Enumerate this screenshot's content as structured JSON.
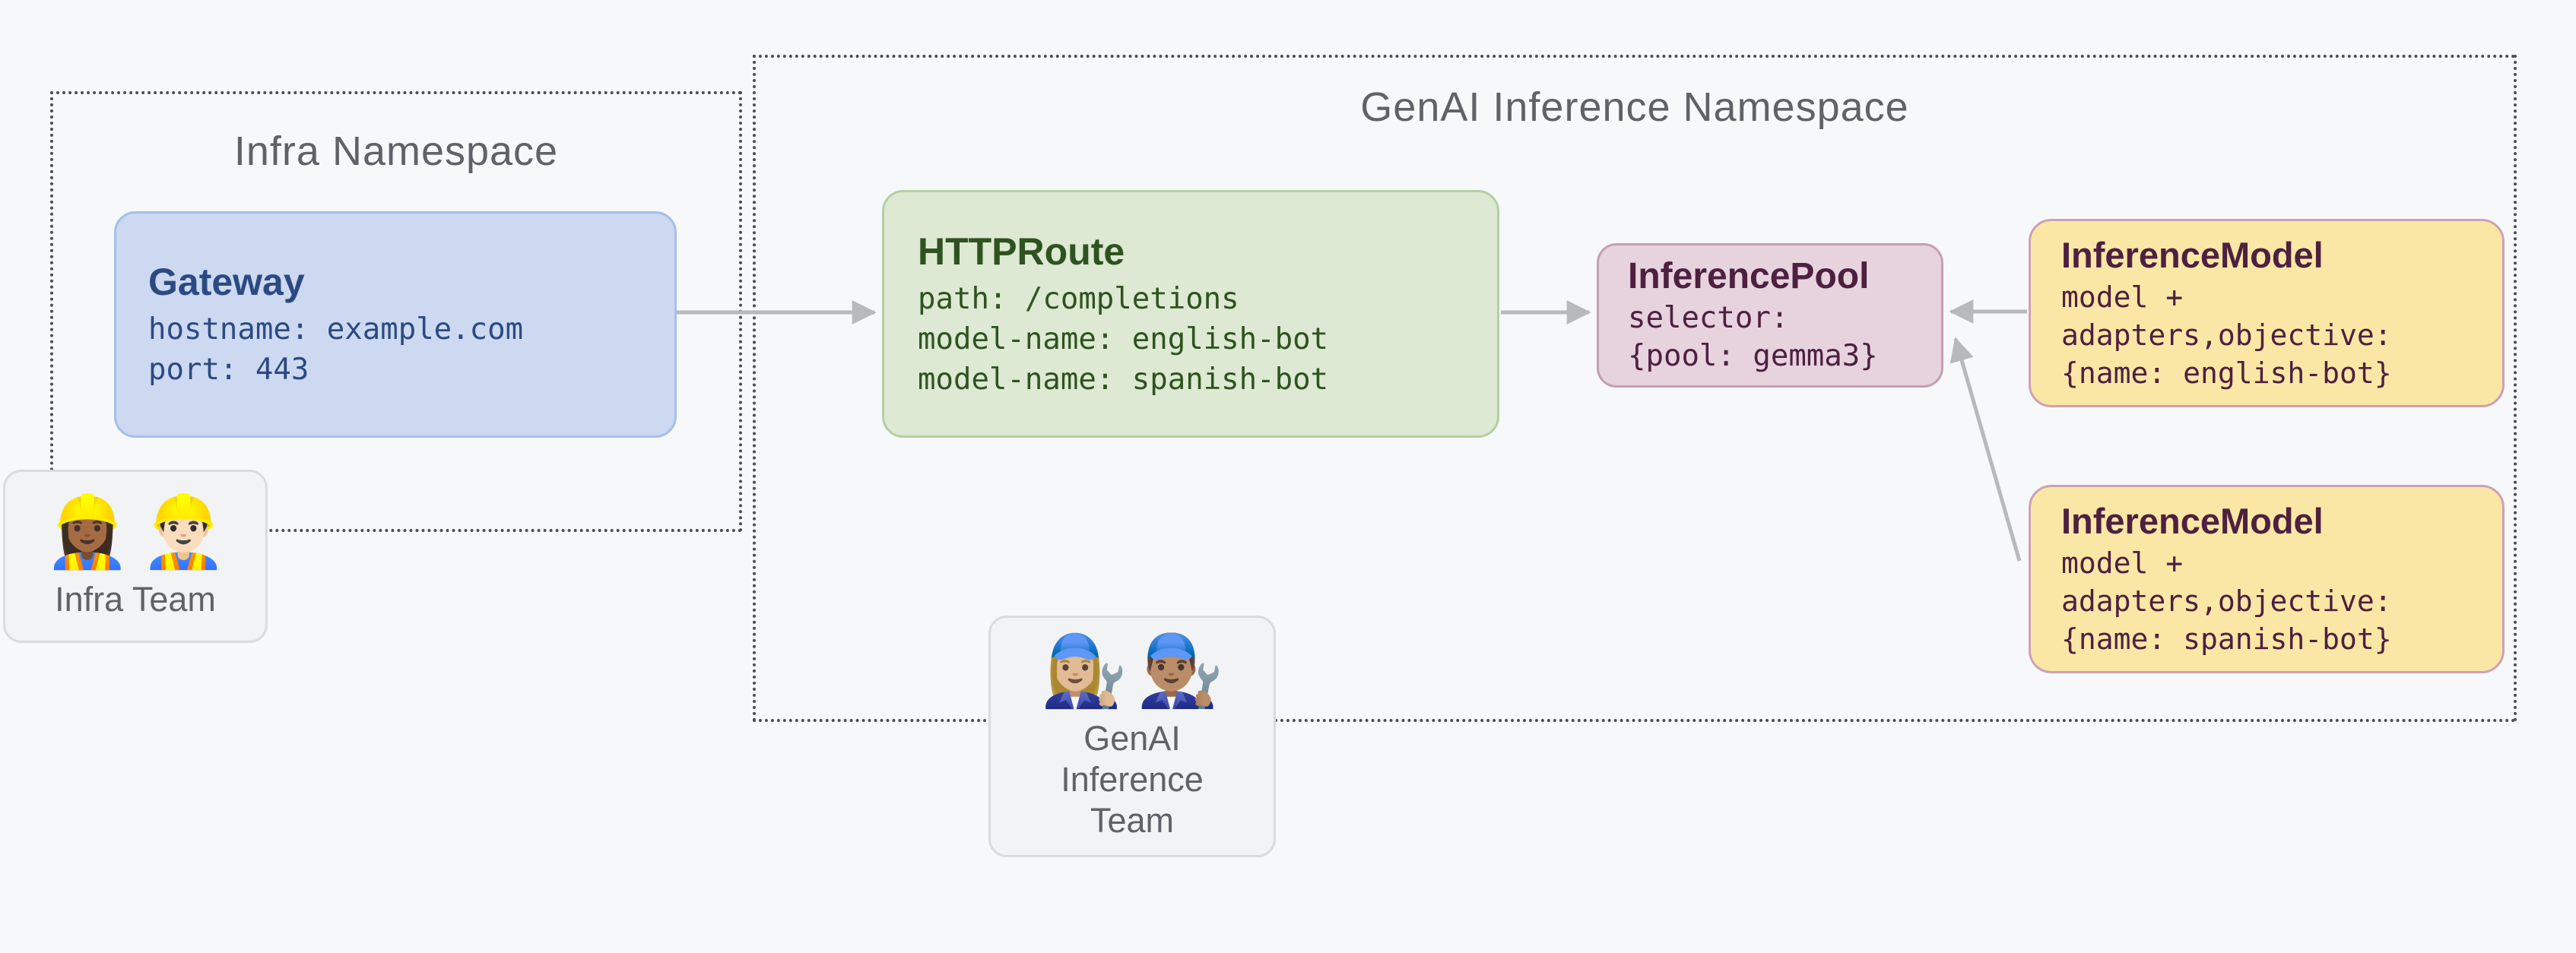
{
  "namespaces": {
    "infra": {
      "title": "Infra Namespace"
    },
    "genai": {
      "title": "GenAI Inference Namespace"
    }
  },
  "nodes": {
    "gateway": {
      "title": "Gateway",
      "lines": [
        "hostname: example.com",
        "port: 443"
      ]
    },
    "httproute": {
      "title": "HTTPRoute",
      "lines": [
        "path: /completions",
        "model-name: english-bot",
        "model-name: spanish-bot"
      ]
    },
    "inference_pool": {
      "title": "InferencePool",
      "lines": [
        "selector:",
        "{pool: gemma3}"
      ]
    },
    "inference_model_english": {
      "title": "InferenceModel",
      "lines": [
        "model +",
        "adapters,objective:",
        "{name: english-bot}"
      ]
    },
    "inference_model_spanish": {
      "title": "InferenceModel",
      "lines": [
        "model +",
        "adapters,objective:",
        "{name: spanish-bot}"
      ]
    }
  },
  "teams": {
    "infra": {
      "emojis": [
        "👷🏾‍♀️",
        "👷🏻‍♂️"
      ],
      "label": "Infra Team"
    },
    "genai": {
      "emojis": [
        "👩🏼‍🔧",
        "👨🏽‍🔧"
      ],
      "label_lines": [
        "GenAI",
        "Inference",
        "Team"
      ]
    }
  },
  "connections": [
    {
      "from": "gateway",
      "to": "httproute"
    },
    {
      "from": "httproute",
      "to": "inference_pool"
    },
    {
      "from": "inference_model_english",
      "to": "inference_pool"
    },
    {
      "from": "inference_model_spanish",
      "to": "inference_pool"
    }
  ],
  "palette": {
    "background": "#f6f8fa",
    "namespace_border": "#4b4e53",
    "namespace_title_text": "#5f6368",
    "gateway_fill": "#cdd9f1",
    "gateway_border": "#a5bfe8",
    "gateway_text": "#2c4a82",
    "httproute_fill": "#dde9d3",
    "httproute_border": "#b4cfa3",
    "httproute_text": "#2f5320",
    "inference_pool_fill": "#e6d3de",
    "inference_pool_border": "#c59fb3",
    "inference_pool_text": "#4e2040",
    "inference_model_fill": "#fbe7a5",
    "inference_model_border": "#cda1b7",
    "inference_model_text": "#4e2040",
    "team_fill": "#f2f3f4",
    "team_border": "#d9dbde",
    "team_text": "#5f6368",
    "arrow": "#b7b9bc"
  }
}
